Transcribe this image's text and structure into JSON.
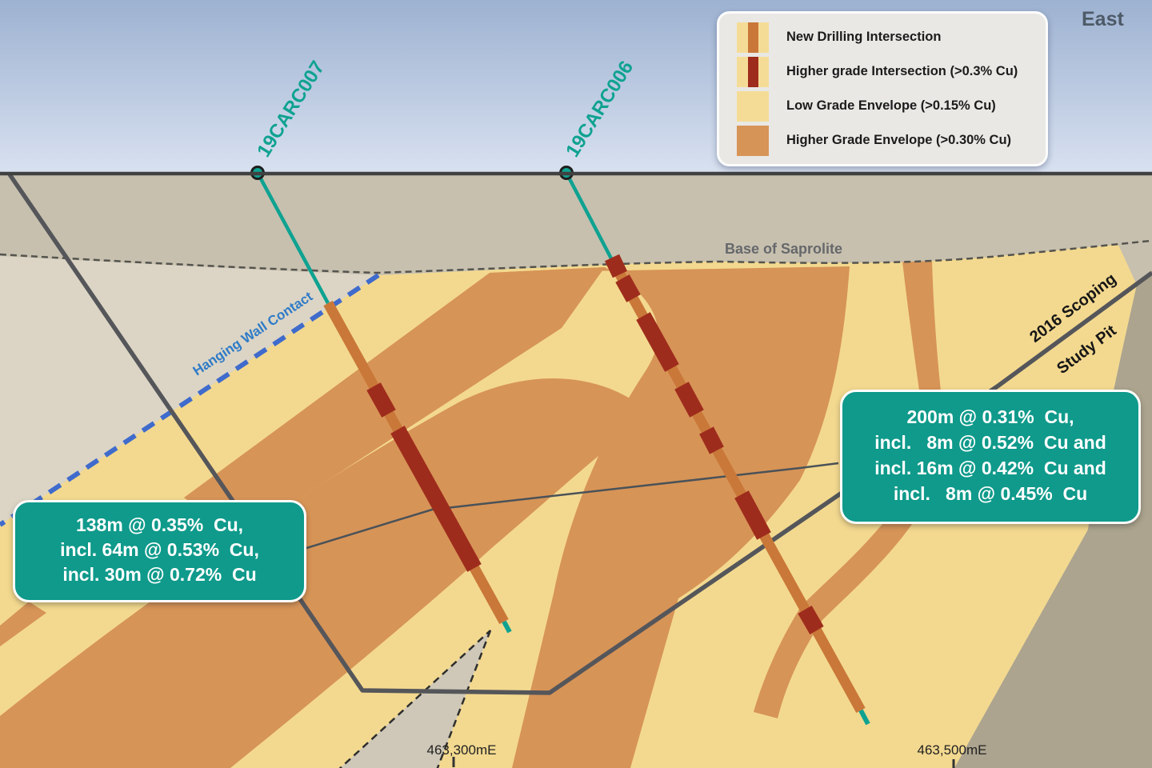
{
  "direction_label": "East",
  "legend": {
    "items": [
      {
        "swatch": "new-drilling-intersection",
        "label": "New Drilling Intersection"
      },
      {
        "swatch": "higher-grade-intersection",
        "label": "Higher grade Intersection (>0.3% Cu)"
      },
      {
        "swatch": "low-grade-envelope",
        "label": "Low Grade Envelope (>0.15% Cu)"
      },
      {
        "swatch": "higher-grade-envelope",
        "label": "Higher Grade Envelope (>0.30% Cu)"
      }
    ]
  },
  "drill_holes": [
    {
      "name": "19CARC007",
      "callout_lines": [
        "138m @ 0.35%  Cu,",
        "incl. 64m @ 0.53%  Cu,",
        "incl. 30m @ 0.72%  Cu"
      ]
    },
    {
      "name": "19CARC006",
      "callout_lines": [
        "200m @ 0.31%  Cu,",
        "incl.   8m @ 0.52%  Cu and",
        "incl. 16m @ 0.42%  Cu and",
        "incl.   8m @ 0.45%  Cu"
      ]
    }
  ],
  "annotations": {
    "base_of_saprolite": "Base of Saprolite",
    "hanging_wall_contact": "Hanging Wall Contact",
    "pit_label_line1": "2016 Scoping",
    "pit_label_line2": "Study Pit"
  },
  "eastings": [
    {
      "label": "463,300mE"
    },
    {
      "label": "463,500mE"
    }
  ],
  "colors": {
    "sky_top": "#9DB2D1",
    "sky_bottom": "#D8E1F0",
    "saprolite": "#C7C0AF",
    "hanging_wall_gray": "#DCD5C5",
    "low_grade_yellow": "#F3D98F",
    "higher_grade_envelope": "#D79457",
    "drill_trace_orange": "#C97839",
    "higher_grade_intersection_red": "#9E2C1C",
    "barren_gray_right": "#ACA48E",
    "callout_teal": "#0F9A8B",
    "drill_label_teal": "#0FA291",
    "hanging_wall_blue": "#3F6BCC",
    "pit_line_gray": "#55565A"
  }
}
